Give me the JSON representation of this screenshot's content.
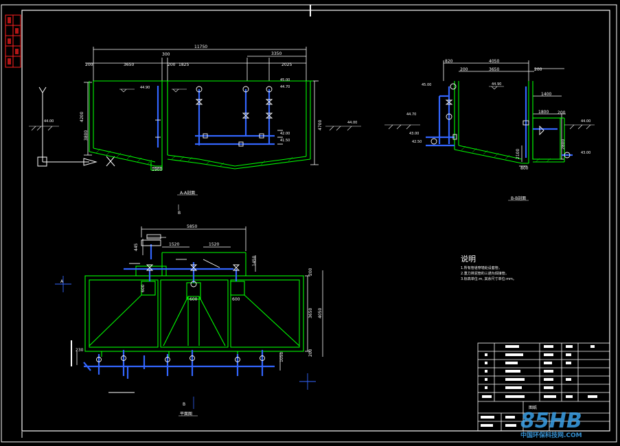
{
  "colors": {
    "background": "#000000",
    "border": "#ffffff",
    "tank": "#00ff00",
    "pipe": "#3366ff",
    "dim": "#ffffff",
    "title_block_red": "#ff2020",
    "watermark": "#3aa0e8"
  },
  "section_a": {
    "caption": "A-A剖面",
    "dims": {
      "total": "11750",
      "d200a": "200",
      "d3650": "3650",
      "d300": "300",
      "d200b": "200",
      "d1825": "1825",
      "d3350": "3350",
      "d2025": "2025",
      "d4200": "4200",
      "d3800": "3800",
      "d4700": "4700",
      "d1900": "1900"
    },
    "levels": {
      "water": "44.90",
      "ground_left": "44.00",
      "ground_right": "44.00",
      "p1": "45.00",
      "p2": "44.70",
      "p3": "42.00",
      "p4": "41.50"
    },
    "marker": "B"
  },
  "section_b": {
    "caption": "B-B剖面",
    "dims": {
      "d820": "820",
      "d4050": "4050",
      "d200a": "200",
      "d3650": "3650",
      "d200b": "200",
      "d1400": "1400",
      "d1800": "1800",
      "d200c": "200",
      "d2800": "2800",
      "d2100": "2100",
      "d800": "800"
    },
    "levels": {
      "water": "44.90",
      "left1": "45.00",
      "left2": "44.70",
      "left3": "43.00",
      "left4": "42.50",
      "ground_right": "44.00",
      "out": "43.00"
    }
  },
  "plan": {
    "caption": "平面图",
    "section_marker": "A",
    "dims": {
      "d5850": "5850",
      "d1520a": "1520",
      "d1520b": "1520",
      "d445": "445",
      "d1450": "1450",
      "d200a": "200",
      "d3650": "3650",
      "d4050": "4050",
      "d200b": "200",
      "d230": "230",
      "d1050": "1050",
      "d600a": "600",
      "d600b": "600",
      "d600c": "600"
    },
    "marker_b": "B"
  },
  "notes": {
    "title": "说明",
    "lines": [
      "1.所有管道穿墙处设套管。",
      "2.重力排泥管的三通为焊接管。",
      "3.标高单位:m, 其余尺寸单位:mm。"
    ]
  },
  "title_block": {
    "label": "图纸"
  },
  "watermark": {
    "logo": "85HB",
    "text": "中国环保科技网.COM"
  }
}
